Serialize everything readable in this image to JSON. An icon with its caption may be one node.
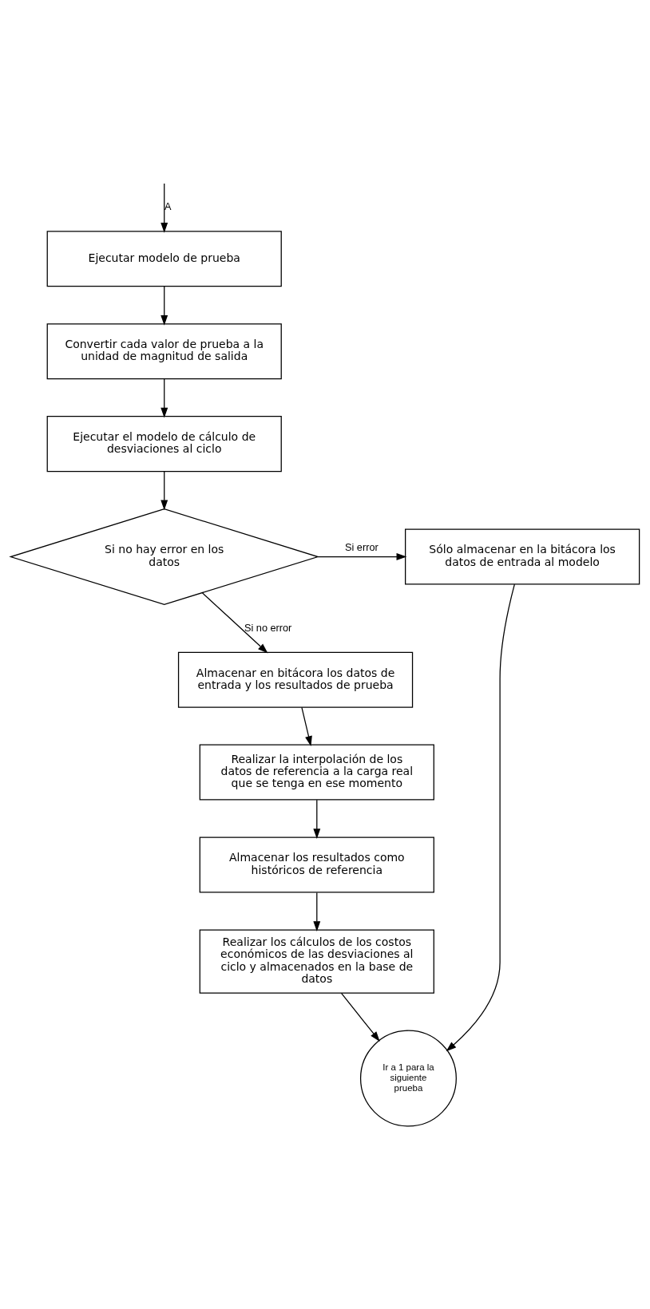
{
  "diagram": {
    "nodes": [
      {
        "text": [
          "Ejecutar modelo de prueba"
        ]
      },
      {
        "text": [
          "Convertir cada valor de prueba a la unidad de magnitud de salida"
        ]
      },
      {
        "text": [
          "Ejecutar el modelo de cálculo de desviaciones al ciclo"
        ]
      },
      {
        "text": [
          "Si no hay error en los datos"
        ]
      },
      {
        "text": [
          "Sólo almacenar en la bitácora los datos de entrada al modelo"
        ]
      },
      {
        "text": [
          "Almacenar en bitácora los datos de entrada y los resultados de prueba"
        ]
      },
      {
        "text": [
          "Realizar la interpolación de los datos de referencia a la carga real que se tenga en ese momento"
        ]
      },
      {
        "text": [
          "Almacenar los resultados como históricos de referencia"
        ]
      },
      {
        "text": [
          "Realizar los cálculos de los costos económicos de las desviaciones al ciclo y almacenados en la base de datos"
        ]
      },
      {
        "text": [
          "Ir a 1 para la siguiente prueba"
        ]
      }
    ],
    "edges": [
      {
        "from": null,
        "to": 0,
        "arrow": "to",
        "label": "A"
      },
      {
        "from": 0,
        "to": 1,
        "arrow": "to"
      },
      {
        "from": 1,
        "to": 2,
        "arrow": "to"
      },
      {
        "from": 2,
        "to": 3,
        "arrow": "to"
      },
      {
        "from": 3,
        "to": 4,
        "arrow": "to",
        "label": "Si error"
      },
      {
        "from": 3,
        "to": 5,
        "arrow": "to",
        "label": "Si no error"
      },
      {
        "from": 5,
        "to": 6,
        "arrow": "to"
      },
      {
        "from": 6,
        "to": 7,
        "arrow": "to"
      },
      {
        "from": 7,
        "to": 8,
        "arrow": "to"
      },
      {
        "from": 4,
        "to": 9,
        "arrow": "to"
      },
      {
        "from": 8,
        "to": 9,
        "arrow": "to"
      }
    ]
  }
}
